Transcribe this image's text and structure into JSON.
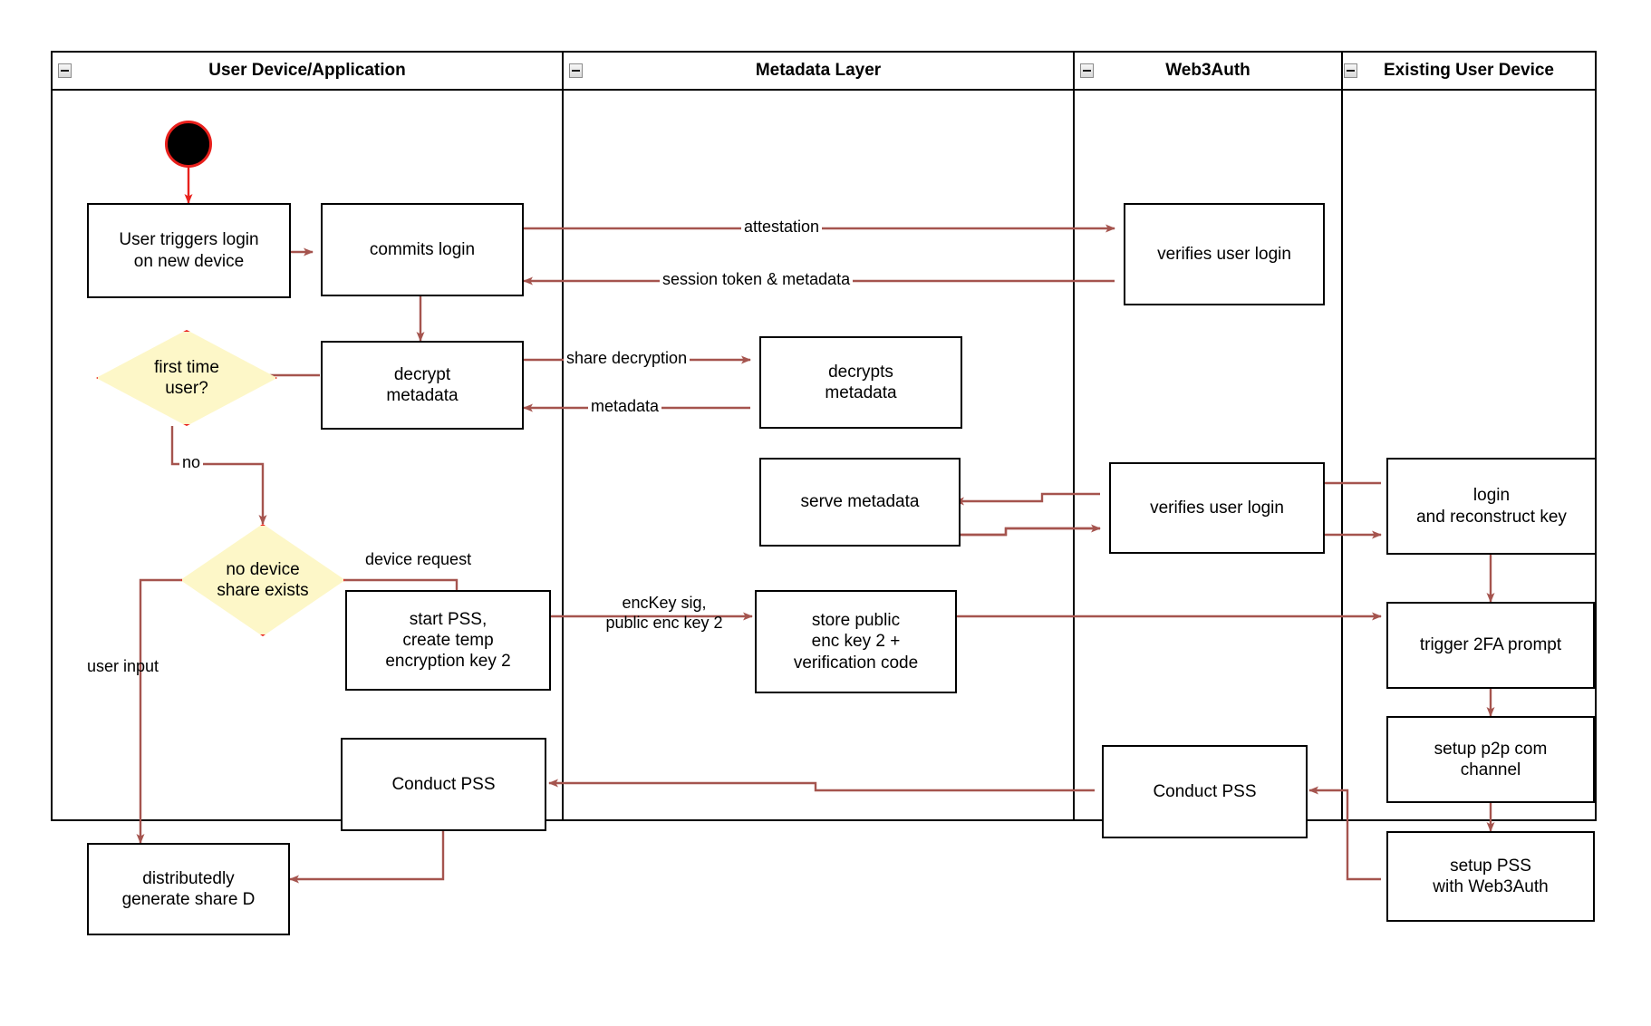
{
  "diagram": {
    "title": "Web3Auth new-device login activity diagram",
    "colors": {
      "edge": "#a5544e",
      "start_ring": "#e8201c",
      "decision_fill": "#fdf7c8",
      "decision_stroke": "#e8201c",
      "node_stroke": "#000000",
      "background": "#ffffff"
    },
    "lanes": [
      {
        "id": "lane-user-device",
        "label": "User Device/Application",
        "collapse_icon": "collapse-minus-icon"
      },
      {
        "id": "lane-metadata",
        "label": "Metadata Layer",
        "collapse_icon": "collapse-minus-icon"
      },
      {
        "id": "lane-web3auth",
        "label": "Web3Auth",
        "collapse_icon": "collapse-minus-icon"
      },
      {
        "id": "lane-existing-device",
        "label": "Existing User Device",
        "collapse_icon": "collapse-minus-icon"
      }
    ],
    "nodes": [
      {
        "id": "start",
        "type": "start",
        "label": ""
      },
      {
        "id": "user-triggers-login",
        "type": "action",
        "label": "User triggers login\non new device"
      },
      {
        "id": "commits-login",
        "type": "action",
        "label": "commits login"
      },
      {
        "id": "verifies-user-login-1",
        "type": "action",
        "label": "verifies user login"
      },
      {
        "id": "decrypt-metadata",
        "type": "action",
        "label": "decrypt\nmetadata"
      },
      {
        "id": "decrypts-metadata",
        "type": "action",
        "label": "decrypts\nmetadata"
      },
      {
        "id": "first-time-user",
        "type": "decision",
        "label": "first time\nuser?"
      },
      {
        "id": "serve-metadata",
        "type": "action",
        "label": "serve metadata"
      },
      {
        "id": "verifies-user-login-2",
        "type": "action",
        "label": "verifies user login"
      },
      {
        "id": "login-and-reconstruct-key",
        "type": "action",
        "label": "login\nand reconstruct key"
      },
      {
        "id": "no-device-share-exists",
        "type": "decision",
        "label": "no device\nshare exists"
      },
      {
        "id": "start-pss-create-temp-key",
        "type": "action",
        "label": "start PSS,\ncreate temp\nencryption key 2"
      },
      {
        "id": "store-public-enc-key",
        "type": "action",
        "label": "store public\nenc key 2 +\nverification code"
      },
      {
        "id": "trigger-2fa-prompt",
        "type": "action",
        "label": "trigger 2FA prompt"
      },
      {
        "id": "setup-p2p-com-channel",
        "type": "action",
        "label": "setup p2p com\nchannel"
      },
      {
        "id": "conduct-pss-user",
        "type": "action",
        "label": "Conduct PSS"
      },
      {
        "id": "conduct-pss-web3auth",
        "type": "action",
        "label": "Conduct PSS"
      },
      {
        "id": "setup-pss-with-web3auth",
        "type": "action",
        "label": "setup PSS\nwith Web3Auth"
      },
      {
        "id": "distributedly-generate-share-d",
        "type": "action",
        "label": "distributedly\ngenerate share D"
      }
    ],
    "edge_labels": [
      {
        "id": "attestation",
        "text": "attestation"
      },
      {
        "id": "session-token-metadata",
        "text": "session token & metadata"
      },
      {
        "id": "share-decryption",
        "text": "share decryption"
      },
      {
        "id": "metadata",
        "text": "metadata"
      },
      {
        "id": "no",
        "text": "no"
      },
      {
        "id": "device-request",
        "text": "device request"
      },
      {
        "id": "user-input",
        "text": "user input"
      },
      {
        "id": "enckey-sig",
        "text": "encKey sig,\npublic enc key 2"
      }
    ]
  }
}
